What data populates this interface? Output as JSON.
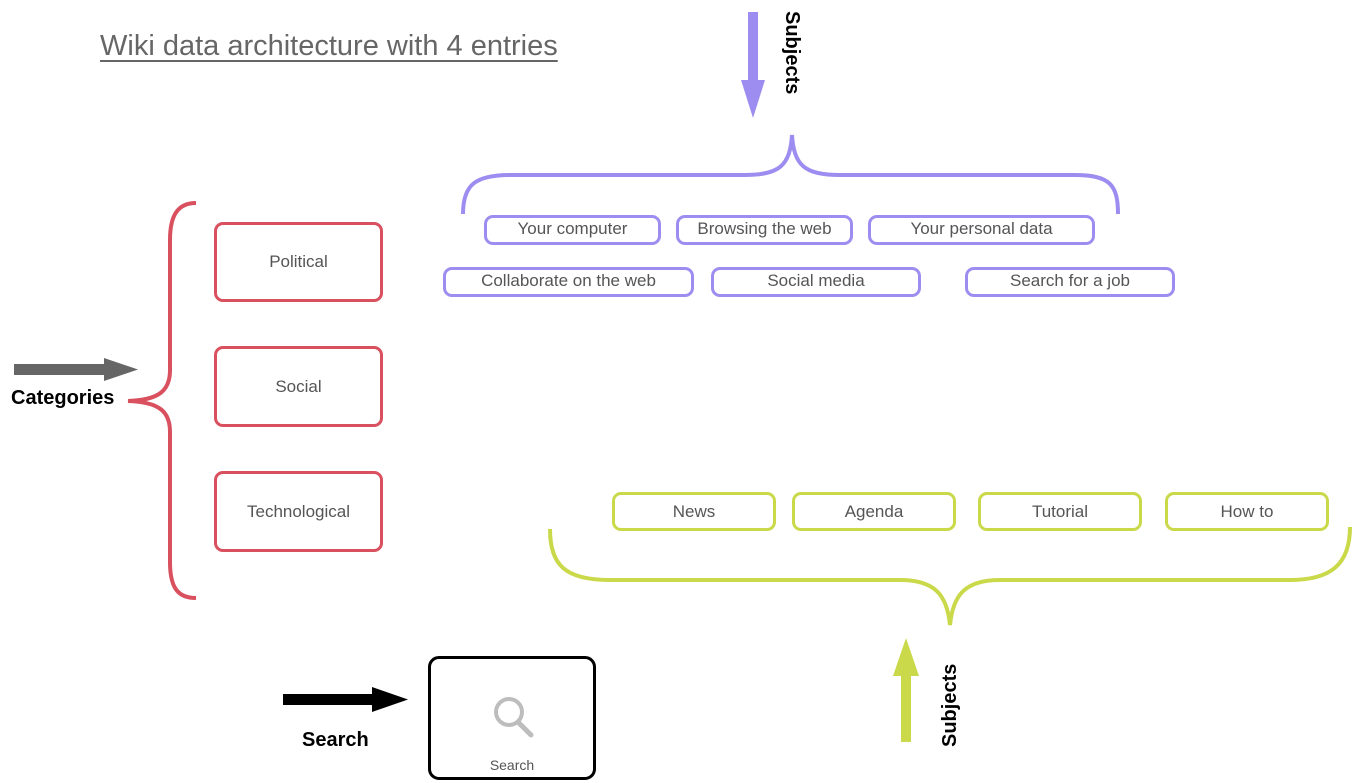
{
  "title": "Wiki data architecture with 4 entries",
  "categories": {
    "label": "Categories",
    "color": "#d9505f",
    "items": [
      "Political",
      "Social",
      "Technological"
    ]
  },
  "subjects_top": {
    "label": "Subjects",
    "color": "#9e8df0",
    "items": [
      "Your computer",
      "Browsing the web",
      "Your personal data",
      "Collaborate on the web",
      "Social media",
      "Search for a job"
    ]
  },
  "subjects_bottom": {
    "label": "Subjects",
    "color": "#c9d94a",
    "items": [
      "News",
      "Agenda",
      "Tutorial",
      "How to"
    ]
  },
  "search": {
    "label": "Search",
    "box_caption": "Search",
    "icon": "magnifier-icon"
  }
}
